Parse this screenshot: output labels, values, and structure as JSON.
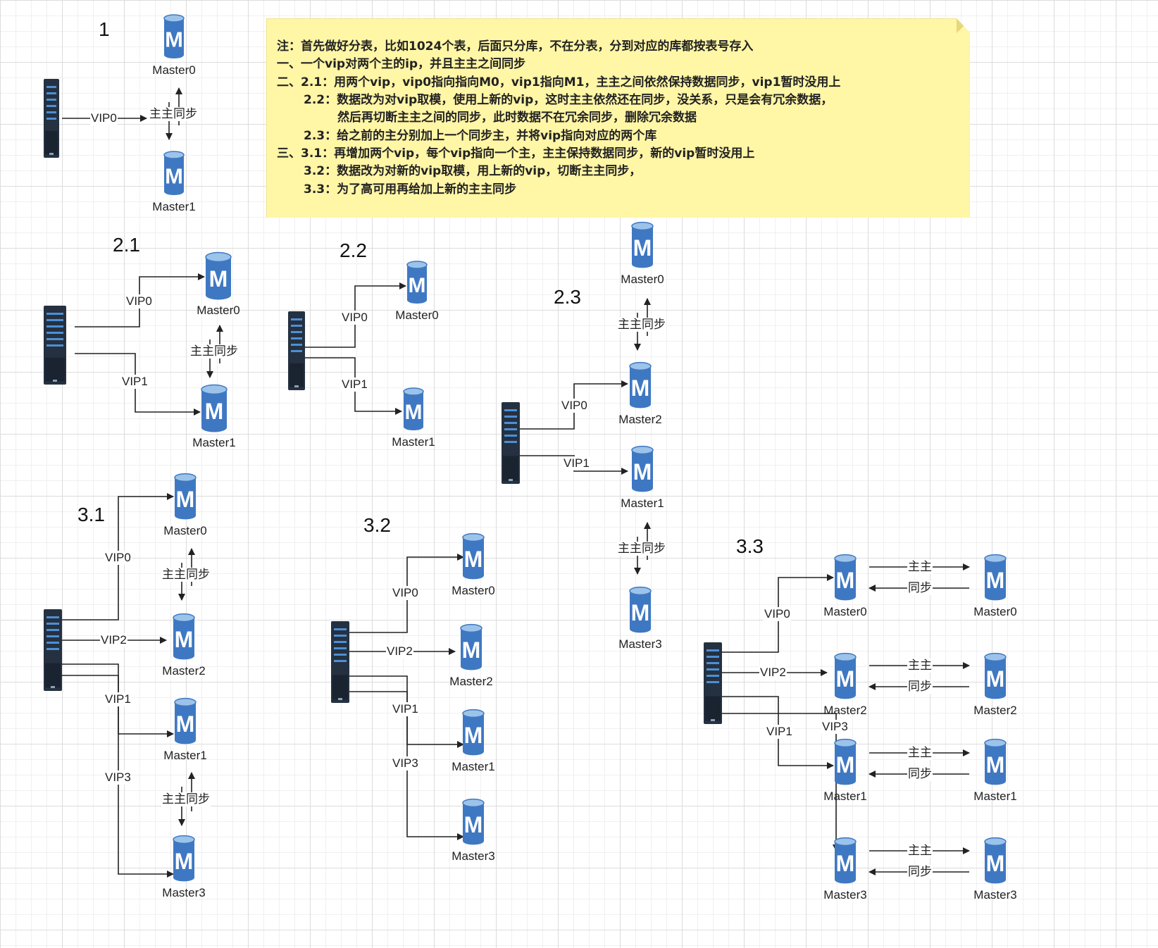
{
  "note": {
    "lines": [
      "注：首先做好分表，比如1024个表，后面只分库，不在分表，分到对应的库都按表号存入",
      "一、一个vip对两个主的ip，并且主主之间同步",
      "二、2.1：用两个vip，vip0指向指向M0，vip1指向M1，主主之间依然保持数据同步，vip1暂时没用上",
      "2.2：数据改为对vip取模，使用上新的vip，这时主主依然还在同步，没关系，只是会有冗余数据，",
      "然后再切断主主之间的同步，此时数据不在冗余同步，删除冗余数据",
      "2.3：给之前的主分别加上一个同步主，并将vip指向对应的两个库",
      "三、3.1：再增加两个vip，每个vip指向一个主，主主保持数据同步，新的vip暂时没用上",
      "3.2：数据改为对新的vip取模，用上新的vip，切断主主同步，",
      "3.3：为了高可用再给加上新的主主同步"
    ]
  },
  "sections": [
    "1",
    "2.1",
    "2.2",
    "2.3",
    "3.1",
    "3.2",
    "3.3"
  ],
  "db_names": [
    "Master0",
    "Master1",
    "Master2",
    "Master3"
  ],
  "vip_labels": [
    "VIP0",
    "VIP1",
    "VIP2",
    "VIP3"
  ],
  "sync_label": "主主同步",
  "sync_split": [
    "主主",
    "同步"
  ],
  "db_icon_letter": "M",
  "colors": {
    "db_body": "#3f78c2",
    "db_top": "#9cc3ea",
    "server": "#253140",
    "server_led": "#4d8fd6",
    "note_bg": "#fff6a6",
    "line": "#222222"
  }
}
